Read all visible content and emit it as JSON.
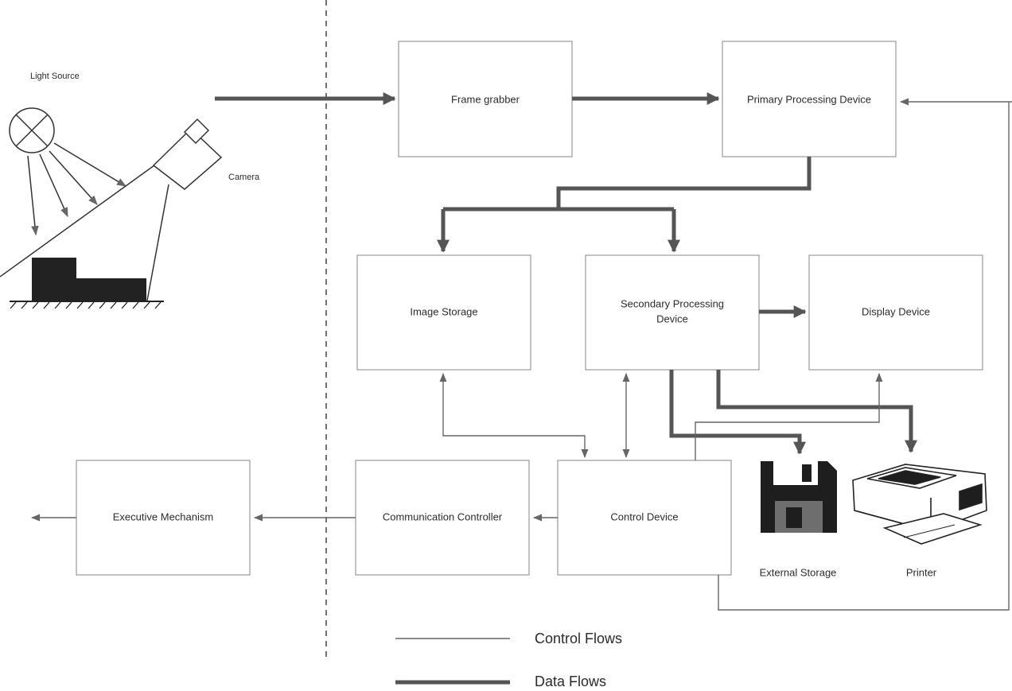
{
  "boxes": {
    "frame_grabber": "Frame grabber",
    "primary_processing": "Primary Processing Device",
    "image_storage": "Image Storage",
    "secondary_processing_line1": "Secondary Processing",
    "secondary_processing_line2": "Device",
    "display_device": "Display Device",
    "executive_mechanism": "Executive Mechanism",
    "communication_controller": "Communication Controller",
    "control_device": "Control Device"
  },
  "scene": {
    "light_source": "Light Source",
    "camera": "Camera"
  },
  "devices": {
    "external_storage": "External Storage",
    "printer": "Printer"
  },
  "legend": {
    "control_flows": "Control Flows",
    "data_flows": "Data Flows"
  },
  "colors": {
    "data_flow": "#555555",
    "control_flow": "#666666",
    "box_border": "#9a9a9a"
  }
}
